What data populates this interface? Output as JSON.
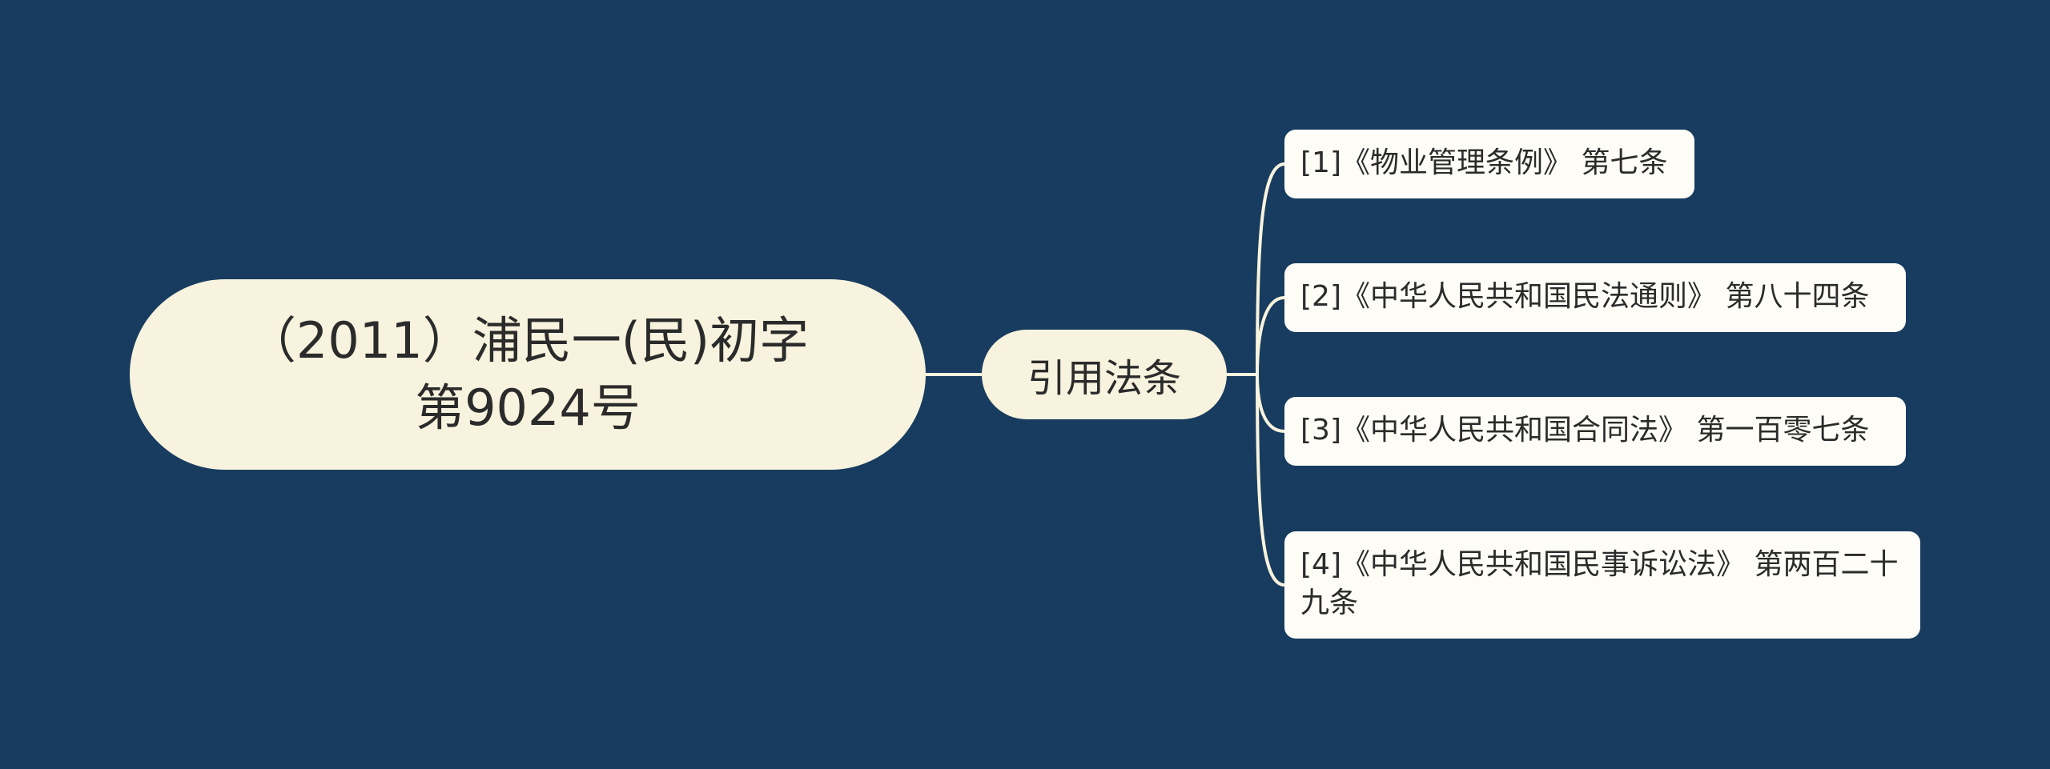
{
  "root": {
    "label": "（2011）浦民一(民)初字第9024号"
  },
  "branch": {
    "label": "引用法条"
  },
  "leaves": [
    "[1]《物业管理条例》 第七条",
    "[2]《中华人民共和国民法通则》 第八十四条",
    "[3]《中华人民共和国合同法》 第一百零七条",
    "[4]《中华人民共和国民事诉讼法》 第两百二十九条"
  ],
  "colors": {
    "background": "#183c5f",
    "node_fill": "#f8f3de",
    "leaf_fill": "#fdfcf6",
    "connector": "#f8f3de",
    "text": "#2b2b2b"
  }
}
